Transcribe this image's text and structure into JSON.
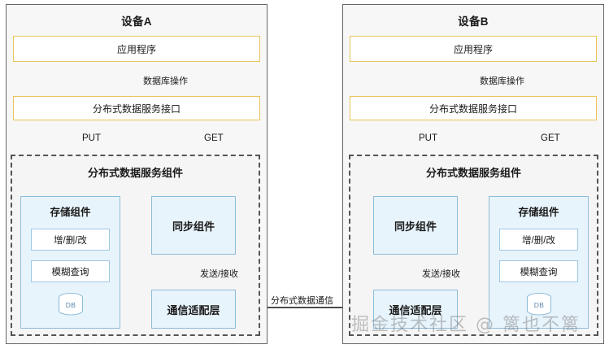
{
  "diagram": {
    "watermark": "掘金技术社区 @ 篱也不篱",
    "center_link_label": "分布式数据通信",
    "devices": [
      {
        "id": "a",
        "title": "设备A",
        "app_box": "应用程序",
        "interface_box": "分布式数据服务接口",
        "db_op_label": "数据库操作",
        "put_label": "PUT",
        "get_label": "GET",
        "component_title": "分布式数据服务组件",
        "storage": {
          "title": "存储组件",
          "items": [
            "增/删/改",
            "模糊查询"
          ],
          "db_label": "DB"
        },
        "sync_box": "同步组件",
        "adapter_box": "通信适配层",
        "send_recv_label": "发送/接收"
      },
      {
        "id": "b",
        "title": "设备B",
        "app_box": "应用程序",
        "interface_box": "分布式数据服务接口",
        "db_op_label": "数据库操作",
        "put_label": "PUT",
        "get_label": "GET",
        "component_title": "分布式数据服务组件",
        "storage": {
          "title": "存储组件",
          "items": [
            "增/删/改",
            "模糊查询"
          ],
          "db_label": "DB"
        },
        "sync_box": "同步组件",
        "adapter_box": "通信适配层",
        "send_recv_label": "发送/接收"
      }
    ]
  },
  "colors": {
    "device_border": "#666666",
    "device_fill": "#f7f7f7",
    "gold_border": "#e8c45a",
    "dashed_border": "#555555",
    "blue_border": "#8fbcd9",
    "blue_fill": "#e8f4fb",
    "db_text": "#5a86ad"
  }
}
